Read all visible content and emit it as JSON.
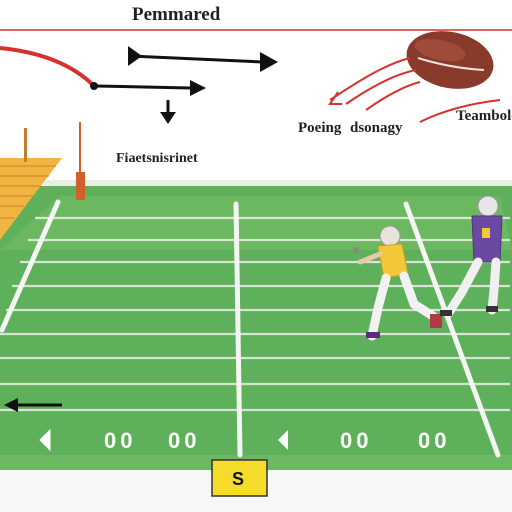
{
  "title": "Pemmared",
  "annotations": {
    "left_caption": "Fiaetsnisrinet",
    "right_caption_a": "Poeing",
    "right_caption_b": "dsonagy",
    "ball_caption": "Teambolo"
  },
  "field": {
    "yard_markers": [
      "00",
      "00",
      "00",
      "00"
    ],
    "bottom_box_label": "S"
  },
  "colors": {
    "turf": "#5fb05a",
    "turf_light": "#79c46b",
    "line": "#f4f6f4",
    "arrow_red": "#d4322f",
    "ball": "#8a3a2b",
    "post_orange": "#d2602b",
    "box_yellow": "#f5dc2a",
    "jersey_yellow": "#f2c838",
    "jersey_purple": "#6a4aa0"
  }
}
